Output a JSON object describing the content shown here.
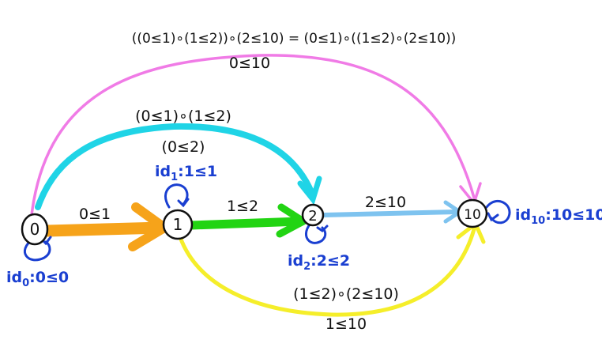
{
  "nodes": [
    {
      "id": "n0",
      "label": "0"
    },
    {
      "id": "n1",
      "label": "1"
    },
    {
      "id": "n2",
      "label": "2"
    },
    {
      "id": "n10",
      "label": "10"
    }
  ],
  "edges": {
    "e01": {
      "label": "0≤1",
      "color": "#f6a31a"
    },
    "e12": {
      "label": "1≤2",
      "color": "#22d413"
    },
    "e210": {
      "label": "2≤10",
      "color": "#7ec3ef"
    },
    "e02": {
      "label_top": "(0≤1)∘(1≤2)",
      "label_bottom": "(0≤2)",
      "color": "#1fd4e6"
    },
    "e010": {
      "label_top": "((0≤1)∘(1≤2))∘(2≤10) = (0≤1)∘((1≤2)∘(2≤10))",
      "label_bottom": "0≤10",
      "color": "#f07be6"
    },
    "e110": {
      "label_top": "(1≤2)∘(2≤10)",
      "label_bottom": "1≤10",
      "color": "#f5ee2a"
    }
  },
  "identities": {
    "id0": {
      "name": "id",
      "sub": "0",
      "rest": ":0≤0",
      "color": "#1a3fd1"
    },
    "id1": {
      "name": "id",
      "sub": "1",
      "rest": ":1≤1",
      "color": "#1a3fd1"
    },
    "id2": {
      "name": "id",
      "sub": "2",
      "rest": ":2≤2",
      "color": "#1a3fd1"
    },
    "id10": {
      "name": "id",
      "sub": "10",
      "rest": ":10≤10",
      "color": "#1a3fd1"
    }
  }
}
